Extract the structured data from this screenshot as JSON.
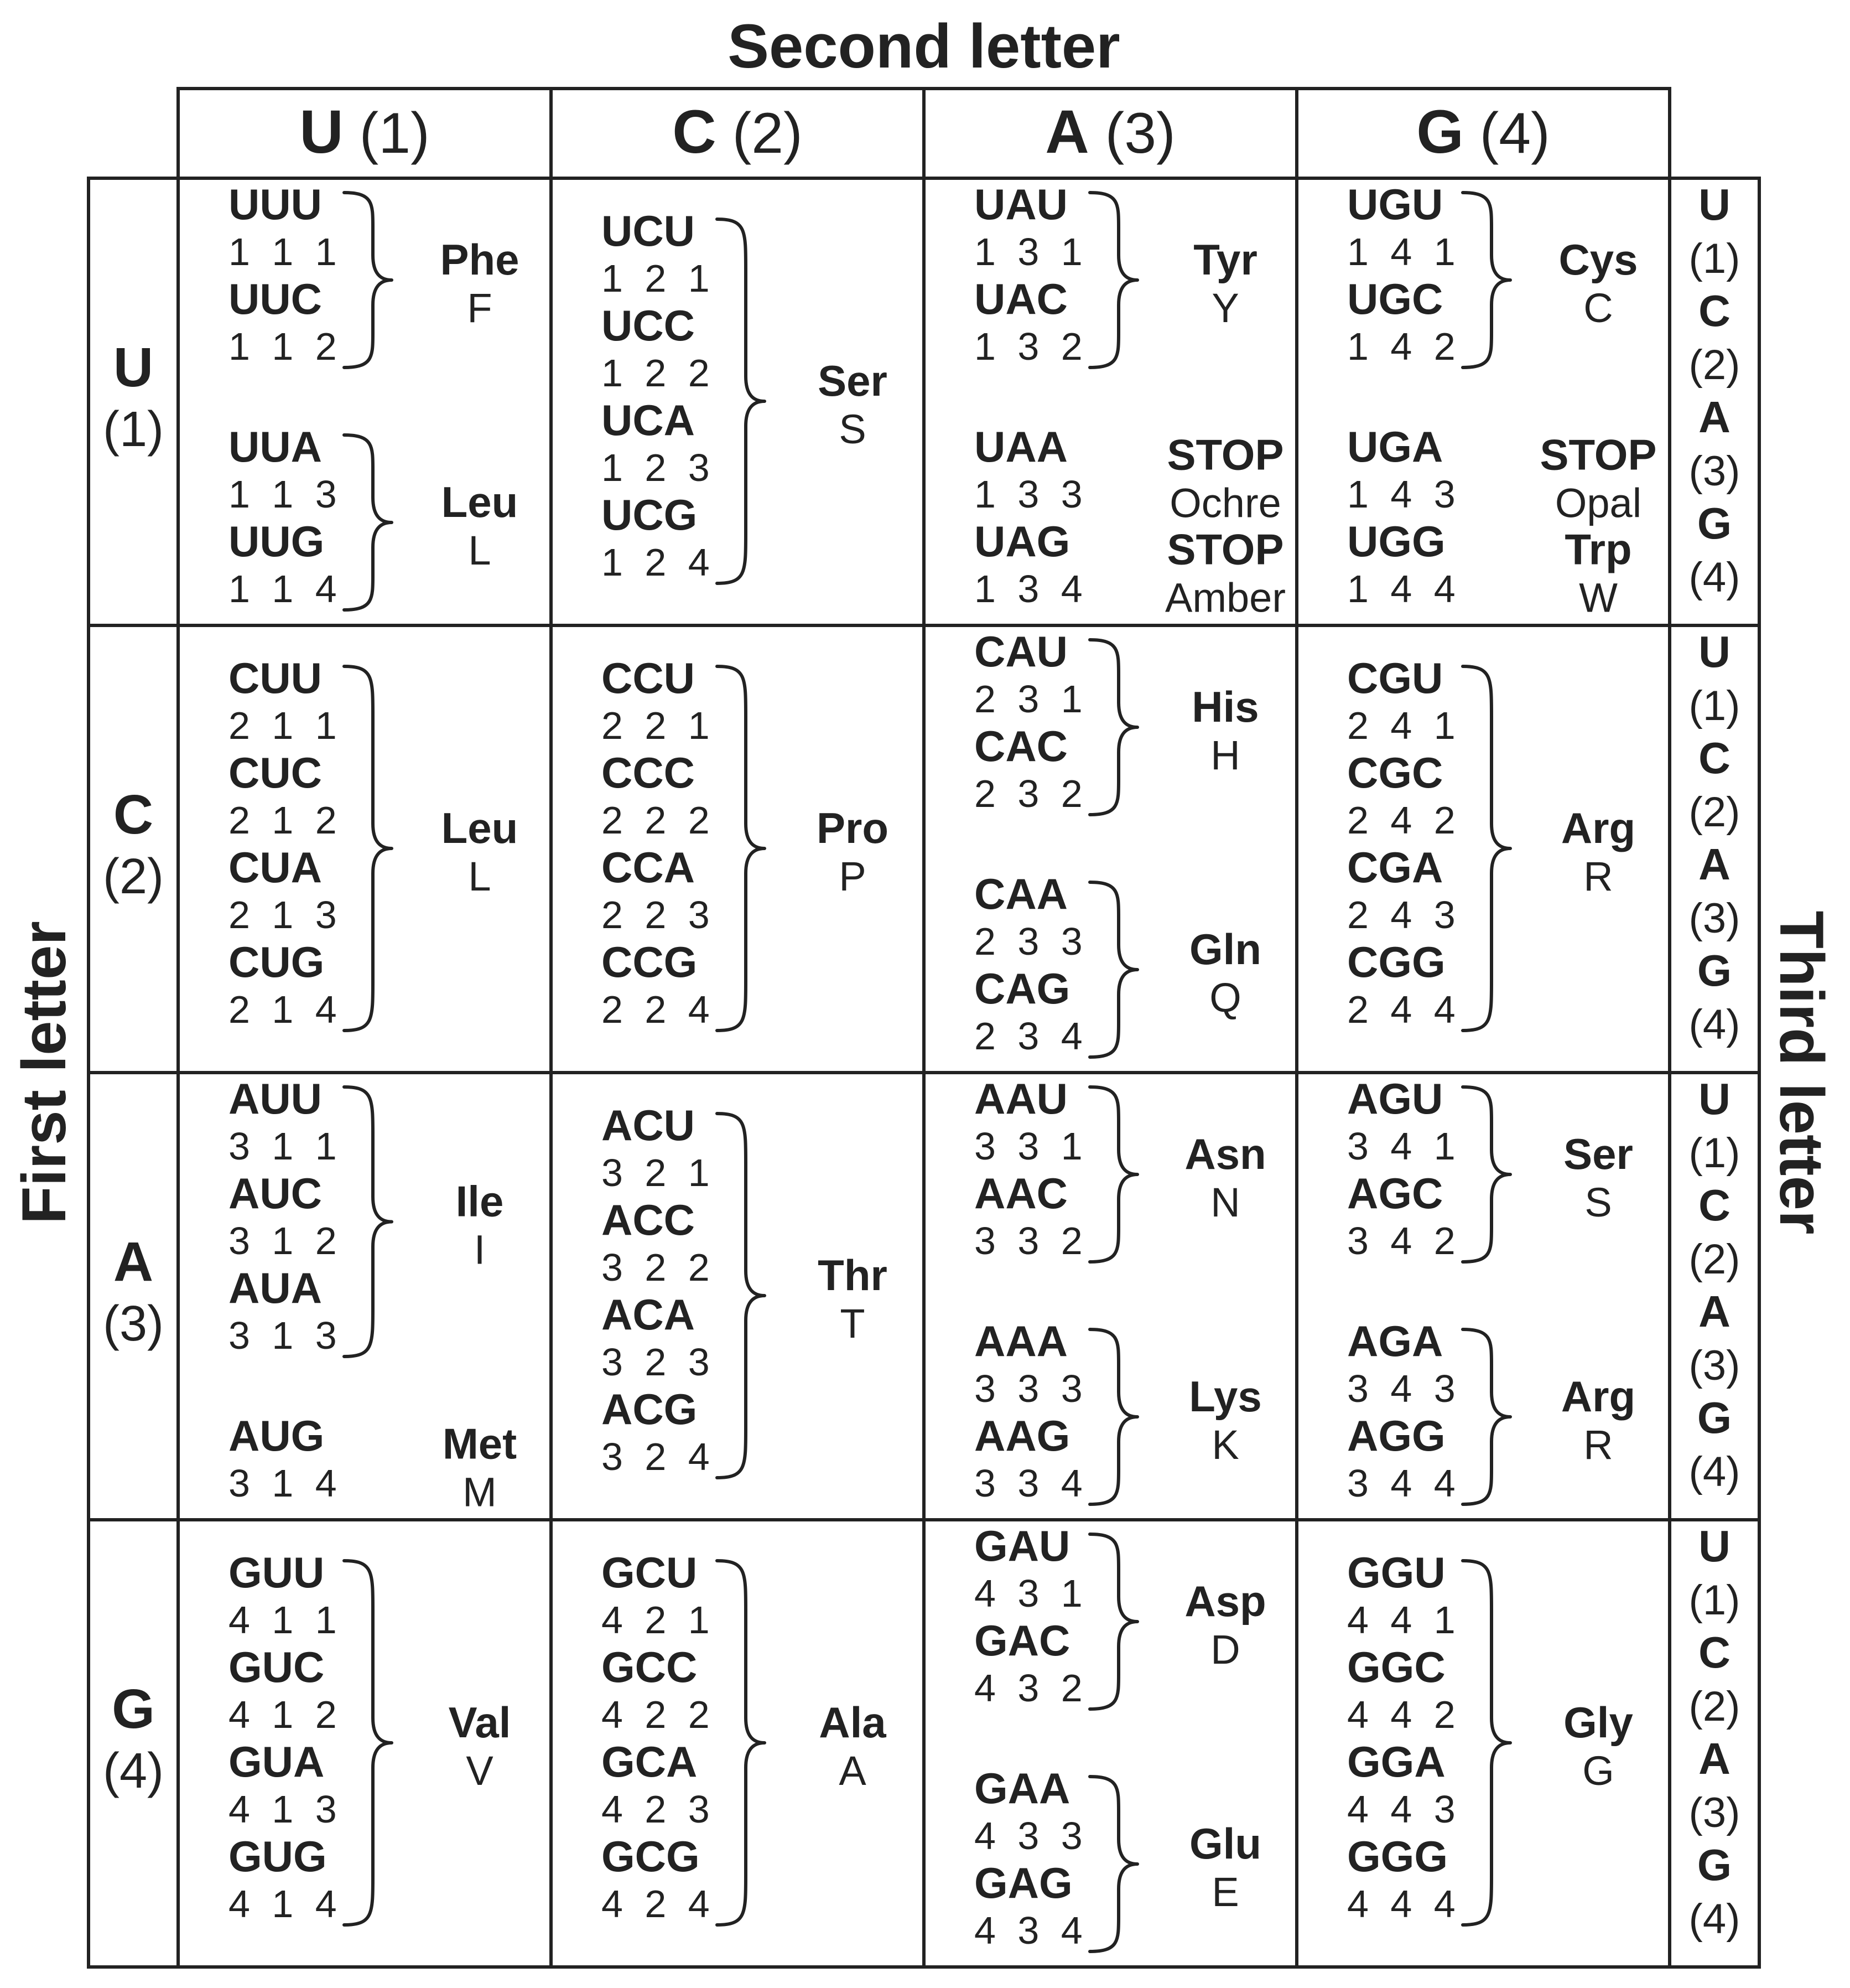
{
  "titles": {
    "second_letter": "Second letter",
    "first_letter": "First letter",
    "third_letter": "Third letter"
  },
  "columns": [
    {
      "letter": "U",
      "num": "(1)"
    },
    {
      "letter": "C",
      "num": "(2)"
    },
    {
      "letter": "A",
      "num": "(3)"
    },
    {
      "letter": "G",
      "num": "(4)"
    }
  ],
  "rows": [
    {
      "letter": "U",
      "num": "(1)"
    },
    {
      "letter": "C",
      "num": "(2)"
    },
    {
      "letter": "A",
      "num": "(3)"
    },
    {
      "letter": "G",
      "num": "(4)"
    }
  ],
  "third_letters": [
    {
      "letter": "U",
      "num": "(1)"
    },
    {
      "letter": "C",
      "num": "(2)"
    },
    {
      "letter": "A",
      "num": "(3)"
    },
    {
      "letter": "G",
      "num": "(4)"
    }
  ],
  "cells": [
    [
      {
        "groups": [
          {
            "codons": [
              {
                "c": "UUU",
                "n": "1 1 1"
              },
              {
                "c": "UUC",
                "n": "1 1 2"
              }
            ],
            "aa": "Phe",
            "code": "F",
            "brace": true
          },
          {
            "codons": [
              {
                "c": "UUA",
                "n": "1 1 3"
              },
              {
                "c": "UUG",
                "n": "1 1 4"
              }
            ],
            "aa": "Leu",
            "code": "L",
            "brace": true
          }
        ]
      },
      {
        "groups": [
          {
            "codons": [
              {
                "c": "UCU",
                "n": "1 2 1"
              },
              {
                "c": "UCC",
                "n": "1 2 2"
              },
              {
                "c": "UCA",
                "n": "1 2 3"
              },
              {
                "c": "UCG",
                "n": "1 2 4"
              }
            ],
            "aa": "Ser",
            "code": "S",
            "brace": true
          }
        ]
      },
      {
        "groups": [
          {
            "codons": [
              {
                "c": "UAU",
                "n": "1 3 1"
              },
              {
                "c": "UAC",
                "n": "1 3 2"
              }
            ],
            "aa": "Tyr",
            "code": "Y",
            "brace": true
          },
          {
            "codons": [
              {
                "c": "UAA",
                "n": "1 3 3"
              }
            ],
            "aa": "STOP",
            "code": "Ochre",
            "brace": false
          },
          {
            "codons": [
              {
                "c": "UAG",
                "n": "1 3 4"
              }
            ],
            "aa": "STOP",
            "code": "Amber",
            "brace": false
          }
        ]
      },
      {
        "groups": [
          {
            "codons": [
              {
                "c": "UGU",
                "n": "1 4 1"
              },
              {
                "c": "UGC",
                "n": "1 4 2"
              }
            ],
            "aa": "Cys",
            "code": "C",
            "brace": true
          },
          {
            "codons": [
              {
                "c": "UGA",
                "n": "1 4 3"
              }
            ],
            "aa": "STOP",
            "code": "Opal",
            "brace": false
          },
          {
            "codons": [
              {
                "c": "UGG",
                "n": "1 4 4"
              }
            ],
            "aa": "Trp",
            "code": "W",
            "brace": false
          }
        ]
      }
    ],
    [
      {
        "groups": [
          {
            "codons": [
              {
                "c": "CUU",
                "n": "2 1 1"
              },
              {
                "c": "CUC",
                "n": "2 1 2"
              },
              {
                "c": "CUA",
                "n": "2 1 3"
              },
              {
                "c": "CUG",
                "n": "2 1 4"
              }
            ],
            "aa": "Leu",
            "code": "L",
            "brace": true
          }
        ]
      },
      {
        "groups": [
          {
            "codons": [
              {
                "c": "CCU",
                "n": "2 2 1"
              },
              {
                "c": "CCC",
                "n": "2 2 2"
              },
              {
                "c": "CCA",
                "n": "2 2 3"
              },
              {
                "c": "CCG",
                "n": "2 2 4"
              }
            ],
            "aa": "Pro",
            "code": "P",
            "brace": true
          }
        ]
      },
      {
        "groups": [
          {
            "codons": [
              {
                "c": "CAU",
                "n": "2 3 1"
              },
              {
                "c": "CAC",
                "n": "2 3 2"
              }
            ],
            "aa": "His",
            "code": "H",
            "brace": true
          },
          {
            "codons": [
              {
                "c": "CAA",
                "n": "2 3 3"
              },
              {
                "c": "CAG",
                "n": "2 3 4"
              }
            ],
            "aa": "Gln",
            "code": "Q",
            "brace": true
          }
        ]
      },
      {
        "groups": [
          {
            "codons": [
              {
                "c": "CGU",
                "n": "2 4 1"
              },
              {
                "c": "CGC",
                "n": "2 4 2"
              },
              {
                "c": "CGA",
                "n": "2 4 3"
              },
              {
                "c": "CGG",
                "n": "2 4 4"
              }
            ],
            "aa": "Arg",
            "code": "R",
            "brace": true
          }
        ]
      }
    ],
    [
      {
        "groups": [
          {
            "codons": [
              {
                "c": "AUU",
                "n": "3 1 1"
              },
              {
                "c": "AUC",
                "n": "3 1 2"
              },
              {
                "c": "AUA",
                "n": "3 1 3"
              }
            ],
            "aa": "Ile",
            "code": "I",
            "brace": true
          },
          {
            "codons": [
              {
                "c": "AUG",
                "n": "3 1 4"
              }
            ],
            "aa": "Met",
            "code": "M",
            "brace": false
          }
        ]
      },
      {
        "groups": [
          {
            "codons": [
              {
                "c": "ACU",
                "n": "3 2 1"
              },
              {
                "c": "ACC",
                "n": "3 2 2"
              },
              {
                "c": "ACA",
                "n": "3 2 3"
              },
              {
                "c": "ACG",
                "n": "3 2 4"
              }
            ],
            "aa": "Thr",
            "code": "T",
            "brace": true
          }
        ]
      },
      {
        "groups": [
          {
            "codons": [
              {
                "c": "AAU",
                "n": "3 3 1"
              },
              {
                "c": "AAC",
                "n": "3 3 2"
              }
            ],
            "aa": "Asn",
            "code": "N",
            "brace": true
          },
          {
            "codons": [
              {
                "c": "AAA",
                "n": "3 3 3"
              },
              {
                "c": "AAG",
                "n": "3 3 4"
              }
            ],
            "aa": "Lys",
            "code": "K",
            "brace": true
          }
        ]
      },
      {
        "groups": [
          {
            "codons": [
              {
                "c": "AGU",
                "n": "3 4 1"
              },
              {
                "c": "AGC",
                "n": "3 4 2"
              }
            ],
            "aa": "Ser",
            "code": "S",
            "brace": true
          },
          {
            "codons": [
              {
                "c": "AGA",
                "n": "3 4 3"
              },
              {
                "c": "AGG",
                "n": "3 4 4"
              }
            ],
            "aa": "Arg",
            "code": "R",
            "brace": true
          }
        ]
      }
    ],
    [
      {
        "groups": [
          {
            "codons": [
              {
                "c": "GUU",
                "n": "4 1 1"
              },
              {
                "c": "GUC",
                "n": "4 1 2"
              },
              {
                "c": "GUA",
                "n": "4 1 3"
              },
              {
                "c": "GUG",
                "n": "4 1 4"
              }
            ],
            "aa": "Val",
            "code": "V",
            "brace": true
          }
        ]
      },
      {
        "groups": [
          {
            "codons": [
              {
                "c": "GCU",
                "n": "4 2 1"
              },
              {
                "c": "GCC",
                "n": "4 2 2"
              },
              {
                "c": "GCA",
                "n": "4 2 3"
              },
              {
                "c": "GCG",
                "n": "4 2 4"
              }
            ],
            "aa": "Ala",
            "code": "A",
            "brace": true
          }
        ]
      },
      {
        "groups": [
          {
            "codons": [
              {
                "c": "GAU",
                "n": "4 3 1"
              },
              {
                "c": "GAC",
                "n": "4 3 2"
              }
            ],
            "aa": "Asp",
            "code": "D",
            "brace": true
          },
          {
            "codons": [
              {
                "c": "GAA",
                "n": "4 3 3"
              },
              {
                "c": "GAG",
                "n": "4 3 4"
              }
            ],
            "aa": "Glu",
            "code": "E",
            "brace": true
          }
        ]
      },
      {
        "groups": [
          {
            "codons": [
              {
                "c": "GGU",
                "n": "4 4 1"
              },
              {
                "c": "GGC",
                "n": "4 4 2"
              },
              {
                "c": "GGA",
                "n": "4 4 3"
              },
              {
                "c": "GGG",
                "n": "4 4 4"
              }
            ],
            "aa": "Gly",
            "code": "G",
            "brace": true
          }
        ]
      }
    ]
  ]
}
